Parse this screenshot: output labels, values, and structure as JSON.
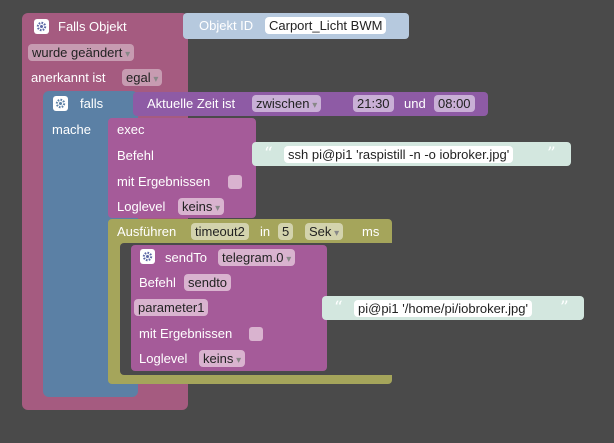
{
  "trigger": {
    "title": "Falls Objekt",
    "mode_value": "wurde geändert",
    "ack_label": "anerkannt ist",
    "ack_value": "egal"
  },
  "objid": {
    "label": "Objekt ID",
    "value": "Carport_Licht BWM"
  },
  "if_block": {
    "if_label": "falls",
    "do_label": "mache"
  },
  "time": {
    "label": "Aktuelle Zeit ist",
    "operator": "zwischen",
    "start": "21:30",
    "and_label": "und",
    "end": "08:00"
  },
  "exec": {
    "title": "exec",
    "command_label": "Befehl",
    "command_value": "ssh pi@pi1 'raspistill -n -o iobroker.jpg'",
    "results_label": "mit Ergebnissen",
    "loglevel_label": "Loglevel",
    "loglevel_value": "keins"
  },
  "timeout": {
    "label": "Ausführen",
    "name": "timeout2",
    "in_label": "in",
    "amount": "5",
    "unit": "Sek",
    "ms_label": "ms"
  },
  "sendto": {
    "title": "sendTo",
    "instance": "telegram.0",
    "command_label": "Befehl",
    "command_value": "sendto",
    "param_name": "parameter1",
    "param_value": "pi@pi1 '/home/pi/iobroker.jpg'",
    "results_label": "mit Ergebnissen",
    "loglevel_label": "Loglevel",
    "loglevel_value": "keins"
  },
  "colors": {
    "background": "#4a4a4a",
    "trigger": "#a55b80",
    "logic": "#5b80a5",
    "exec": "#a55b99",
    "timeout": "#a5a55b",
    "text": "#d3e7df"
  }
}
